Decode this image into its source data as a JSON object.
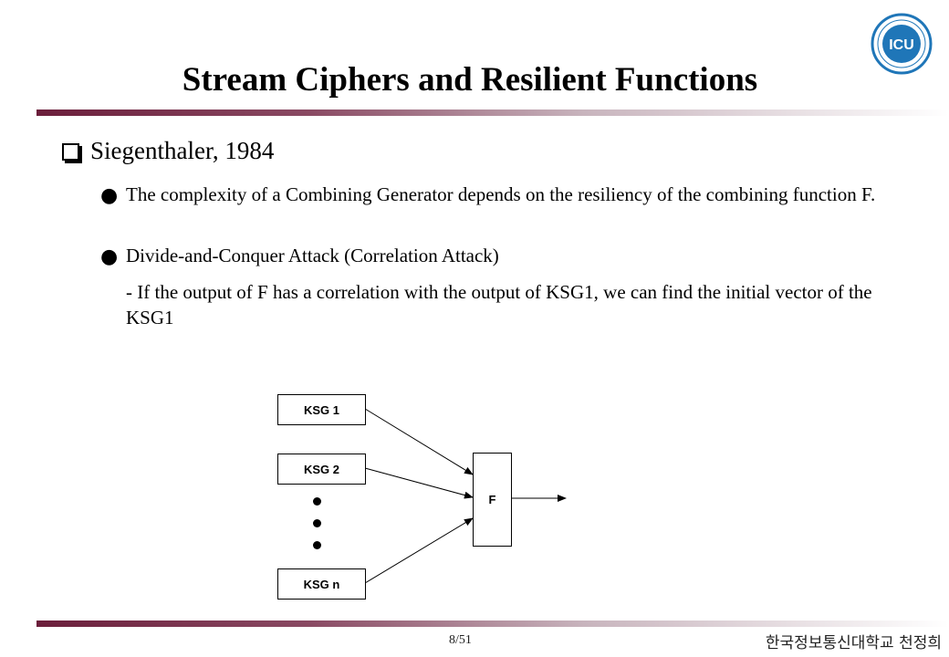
{
  "slide": {
    "title": "Stream Ciphers and Resilient Functions",
    "bullet_main": "Siegenthaler, 1984",
    "sub_items": [
      "The complexity of a Combining Generator depends on the resiliency of the combining function F.",
      "Divide-and-Conquer Attack (Correlation Attack)",
      "- If the output of F has a correlation with the output of KSG1, we can find the initial vector of the KSG1"
    ],
    "logo_text": "ICU"
  },
  "diagram": {
    "inputs": [
      "KSG 1",
      "KSG 2",
      "KSG n"
    ],
    "function_label": "F"
  },
  "footer": {
    "page": "8/51",
    "author": "한국정보통신대학교 천정희"
  },
  "colors": {
    "rule_dark": "#6b1e3b",
    "logo_blue": "#1f76b8"
  }
}
